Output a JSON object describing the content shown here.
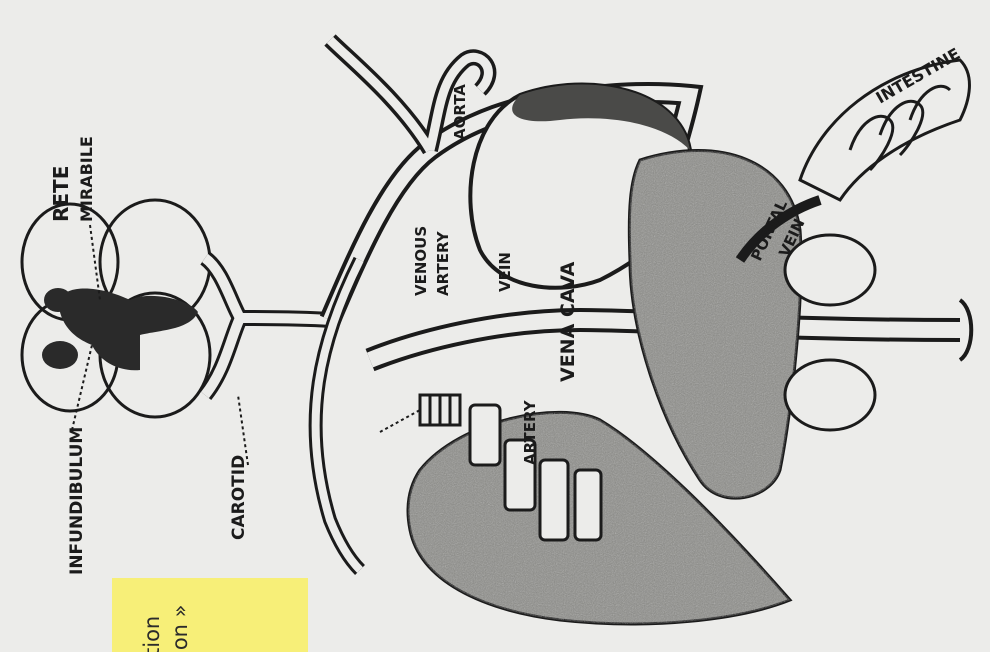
{
  "labels": {
    "rete_line1": "RETE",
    "rete_line2": "MIRABILE",
    "infundibulum": "INFUNDIBULUM",
    "carotid": "CAROTID",
    "aorta": "AORTA",
    "venous_artery_line1": "VENOUS",
    "venous_artery_line2": "ARTERY",
    "vein": "VEIN",
    "vena_cava": "VENA CAVA",
    "artery": "ARTERY",
    "intestine": "INTESTINE",
    "portal_vein_line1": "PORTAL",
    "portal_vein_line2": "VEIN"
  },
  "sticky_note": {
    "line1": "tion",
    "line2": "ion »"
  },
  "colors": {
    "paper": "#ececea",
    "ink": "#1b1b1b",
    "organ_fill": "#8a8a86",
    "sticky": "#f7ef78"
  }
}
